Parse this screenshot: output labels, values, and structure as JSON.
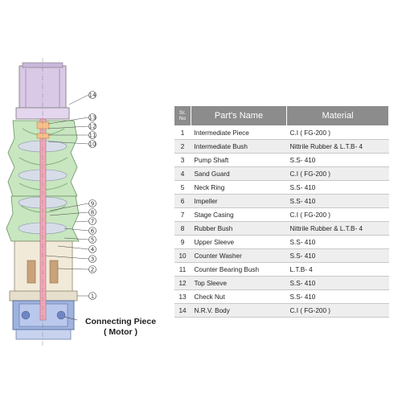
{
  "connecting_label": {
    "line1": "Connecting Piece",
    "line2": "( Motor )"
  },
  "callouts": [
    "14",
    "13",
    "12",
    "11",
    "10",
    "9",
    "8",
    "7",
    "6",
    "5",
    "4",
    "3",
    "2",
    "1"
  ],
  "table": {
    "headers": {
      "sr_line1": "Sr.",
      "sr_line2": "No",
      "name": "Part's Name",
      "material": "Material"
    },
    "rows": [
      {
        "sr": "1",
        "name": "Intermediate Piece",
        "material": "C.I ( FG-200 )"
      },
      {
        "sr": "2",
        "name": "Intermediate Bush",
        "material": "Nittrile Rubber & L.T.B- 4"
      },
      {
        "sr": "3",
        "name": "Pump Shaft",
        "material": "S.S- 410"
      },
      {
        "sr": "4",
        "name": "Sand Guard",
        "material": "C.I ( FG-200 )"
      },
      {
        "sr": "5",
        "name": "Neck Ring",
        "material": "S.S- 410"
      },
      {
        "sr": "6",
        "name": "Impeller",
        "material": "S.S- 410"
      },
      {
        "sr": "7",
        "name": "Stage Casing",
        "material": "C.I ( FG-200 )"
      },
      {
        "sr": "8",
        "name": "Rubber Bush",
        "material": "Nittrile Rubber & L.T.B- 4"
      },
      {
        "sr": "9",
        "name": "Upper Sleeve",
        "material": "S.S- 410"
      },
      {
        "sr": "10",
        "name": "Counter Washer",
        "material": "S.S- 410"
      },
      {
        "sr": "11",
        "name": "Counter Bearing Bush",
        "material": "L.T.B- 4"
      },
      {
        "sr": "12",
        "name": "Top Sleeve",
        "material": "S.S- 410"
      },
      {
        "sr": "13",
        "name": "Check Nut",
        "material": "S.S- 410"
      },
      {
        "sr": "14",
        "name": "N.R.V. Body",
        "material": "C.I ( FG-200 )"
      }
    ]
  },
  "colors": {
    "header_bg": "#8c8c8c",
    "row_alt": "#eeeeee",
    "casing_green": "#c8e6c0",
    "body_lavender": "#d9c9e6",
    "shaft_pink": "#f2a7b8",
    "bush_brown": "#c9a27a",
    "base_blue": "#9fb3e0"
  }
}
